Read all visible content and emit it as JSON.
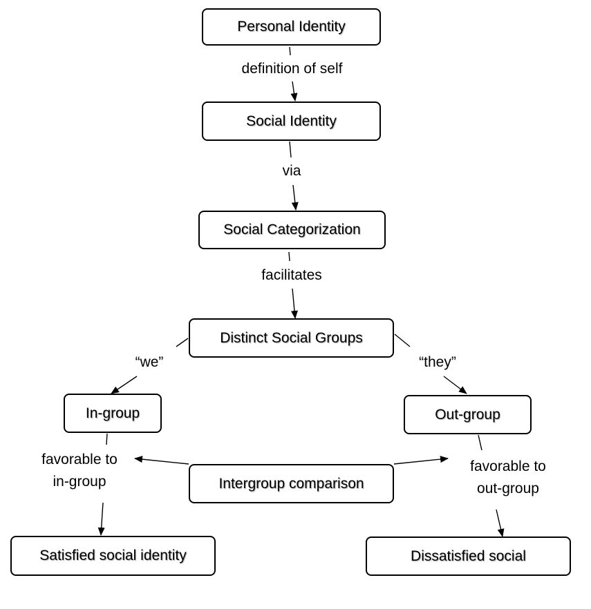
{
  "nodes": {
    "personal_identity": "Personal Identity",
    "social_identity": "Social Identity",
    "social_categorization": "Social Categorization",
    "distinct_social_groups": "Distinct Social Groups",
    "in_group": "In-group",
    "out_group": "Out-group",
    "intergroup_comparison": "Intergroup comparison",
    "satisfied": "Satisfied social identity",
    "dissatisfied": "Dissatisfied social"
  },
  "edge_labels": {
    "definition_of_self": "definition of self",
    "via": "via",
    "facilitates": "facilitates",
    "we": "“we”",
    "they": "“they”",
    "fav_in_1": "favorable to",
    "fav_in_2": "in-group",
    "fav_out_1": "favorable to",
    "fav_out_2": "out-group"
  }
}
